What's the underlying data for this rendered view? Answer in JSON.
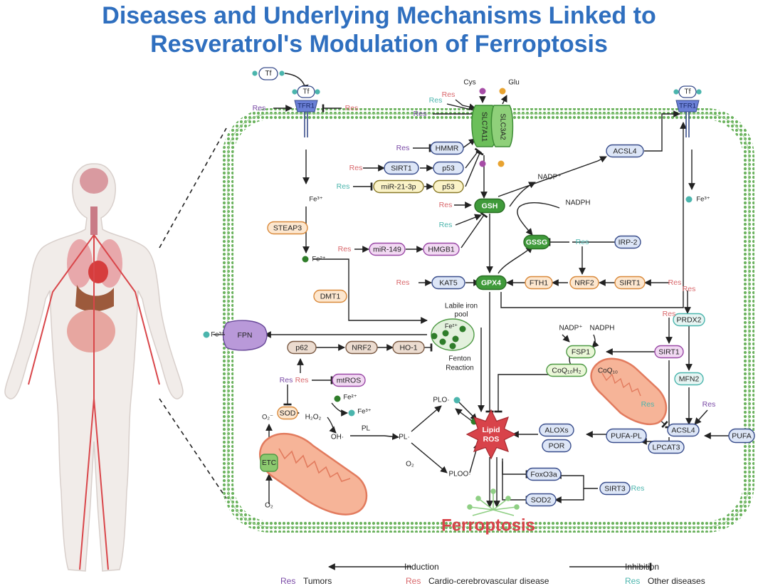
{
  "title": {
    "line1": "Diseases and Underlying Mechanisms Linked to",
    "line2": "Resveratrol's Modulation of Ferroptosis"
  },
  "colors": {
    "title": "#2f6fbf",
    "res_tumor": "#7a4aa6",
    "res_cardio": "#d9676b",
    "res_other": "#4bb5ad",
    "membrane": "#5fad56",
    "gsh_green": "#3f9a3a",
    "lipid_ros": "#d8434a",
    "ferroptosis": "#d8434a"
  },
  "labels": {
    "tf": "Tf",
    "tfr1": "TFR1",
    "res": "Res",
    "cys": "Cys",
    "glu": "Glu",
    "slc7a11": "SLC7A11",
    "slc3a2": "SLC3A2",
    "hmmr": "HMMR",
    "sirt1": "SIRT1",
    "p53": "p53",
    "mir21": "miR-21-3p",
    "acsl4": "ACSL4",
    "nadp": "NADP⁺",
    "nadph": "NADPH",
    "gsh": "GSH",
    "gssg": "GSSG",
    "irp2": "IRP-2",
    "fe3": "Fe³⁺",
    "fe2": "Fe²⁺",
    "steap3": "STEAP3",
    "mir149": "miR-149",
    "hmgb1": "HMGB1",
    "nrf2": "NRF2",
    "kat5": "KAT5",
    "gpx4": "GPX4",
    "fth1": "FTH1",
    "dmt1": "DMT1",
    "prdx2": "PRDX2",
    "labile_pool_l1": "Labile iron",
    "labile_pool_l2": "pool",
    "fpn": "FPN",
    "p62": "p62",
    "ho1": "HO-1",
    "fsp1": "FSP1",
    "coq10h2": "CoQ₁₀H₂",
    "coq10": "CoQ₁₀",
    "mtros": "mtROS",
    "fenton_l1": "Fenton",
    "fenton_l2": "Reaction",
    "mfn2": "MFN2",
    "sod": "SOD",
    "o2_radical": "O₂⁻",
    "h2o2": "H₂O₂",
    "oh": "OH·",
    "pl": "PL",
    "pl_radical": "PL·",
    "plo_radical": "PLO·",
    "ploo": "PLOO·",
    "o2": "O₂",
    "lipid_l1": "Lipid",
    "lipid_l2": "ROS",
    "aloxs": "ALOXs",
    "por": "POR",
    "pufa_pl": "PUFA-PL",
    "lpcat3": "LPCAT3",
    "pufa": "PUFA",
    "etc": "ETC",
    "foxo3a": "FoxO3a",
    "sod2": "SOD2",
    "sirt3": "SIRT3",
    "ferroptosis": "Ferroptosis"
  },
  "legend": {
    "induction": "Induction",
    "inhibition": "Inhibition",
    "res": "Res",
    "tumors": "Tumors",
    "cardio": "Cardio-cerebrovascular disease",
    "other": "Other diseases"
  }
}
